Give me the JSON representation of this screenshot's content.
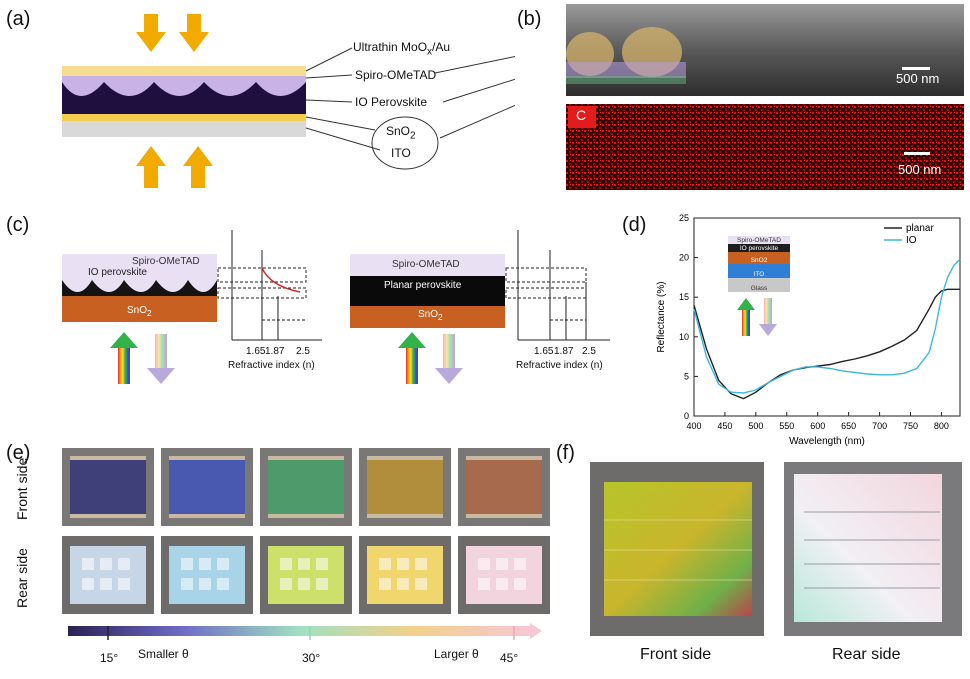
{
  "panels": {
    "a": "(a)",
    "b": "(b)",
    "c": "(c)",
    "d": "(d)",
    "e": "(e)",
    "f": "(f)"
  },
  "panel_a": {
    "labels": [
      "Ultrathin MoOx/Au",
      "Spiro-OMeTAD",
      "IO Perovskite",
      "SnO2",
      "ITO"
    ]
  },
  "panel_b": {
    "scale_top": "500 nm",
    "scale_bottom": "500 nm",
    "element_tag": "C"
  },
  "panel_c": {
    "left": {
      "spiro": "Spiro-OMeTAD",
      "perov": "IO perovskite",
      "sno2": "SnO2",
      "ticks": [
        "1.65",
        "1.87",
        "2.5"
      ],
      "axis": "Refractive index (n)"
    },
    "right": {
      "spiro": "Spiro-OMeTAD",
      "perov": "Planar perovskite",
      "sno2": "SnO2",
      "ticks": [
        "1.65",
        "1.87",
        "2.5"
      ],
      "axis": "Refractive index (n)"
    }
  },
  "panel_d": {
    "inset_layers": [
      "Spiro-OMeTAD",
      "IO perovskite",
      "SnO2",
      "ITO",
      "Glass"
    ]
  },
  "panel_e": {
    "row_labels": [
      "Front side",
      "Rear side"
    ],
    "colorbar": {
      "tick_15": "15°",
      "tick_30": "30°",
      "tick_45": "45°",
      "smaller": "Smaller θ",
      "larger": "Larger θ"
    },
    "front_colors": [
      "#3f3f7a",
      "#4a59b0",
      "#4f9a6a",
      "#b08e3c",
      "#a86a4c"
    ],
    "rear_colors": [
      "#c6d6e6",
      "#a9d3e6",
      "#cde06a",
      "#f0d66c",
      "#f2d4df"
    ]
  },
  "panel_f": {
    "front_caption": "Front side",
    "rear_caption": "Rear side"
  },
  "chart_data": {
    "type": "line",
    "xlabel": "Wavelength (nm)",
    "ylabel": "Reflectance (%)",
    "xlim": [
      400,
      830
    ],
    "ylim": [
      0,
      25
    ],
    "xticks": [
      400,
      450,
      500,
      550,
      600,
      650,
      700,
      750,
      800
    ],
    "yticks": [
      0,
      5,
      10,
      15,
      20,
      25
    ],
    "legend_position": "top-right",
    "series": [
      {
        "name": "planar",
        "color": "#222222",
        "x": [
          400,
          420,
          440,
          460,
          480,
          500,
          520,
          540,
          560,
          580,
          600,
          620,
          640,
          660,
          680,
          700,
          720,
          740,
          760,
          780,
          790,
          800,
          810,
          820,
          830
        ],
        "y": [
          14.0,
          8.5,
          4.5,
          2.8,
          2.2,
          3.0,
          4.2,
          5.2,
          5.8,
          6.1,
          6.3,
          6.5,
          6.9,
          7.2,
          7.6,
          8.1,
          8.8,
          9.6,
          10.8,
          13.5,
          15.0,
          15.8,
          16.0,
          16.0,
          16.0
        ]
      },
      {
        "name": "IO",
        "color": "#3bb8e0",
        "x": [
          400,
          420,
          440,
          460,
          480,
          500,
          520,
          540,
          560,
          580,
          600,
          620,
          640,
          660,
          680,
          700,
          720,
          740,
          760,
          780,
          790,
          800,
          810,
          820,
          830
        ],
        "y": [
          13.5,
          7.5,
          4.0,
          3.0,
          2.9,
          3.3,
          4.2,
          5.0,
          5.8,
          6.2,
          6.2,
          6.0,
          5.7,
          5.5,
          5.3,
          5.2,
          5.2,
          5.4,
          6.0,
          8.0,
          11.0,
          15.0,
          17.5,
          19.0,
          19.8
        ]
      }
    ]
  }
}
